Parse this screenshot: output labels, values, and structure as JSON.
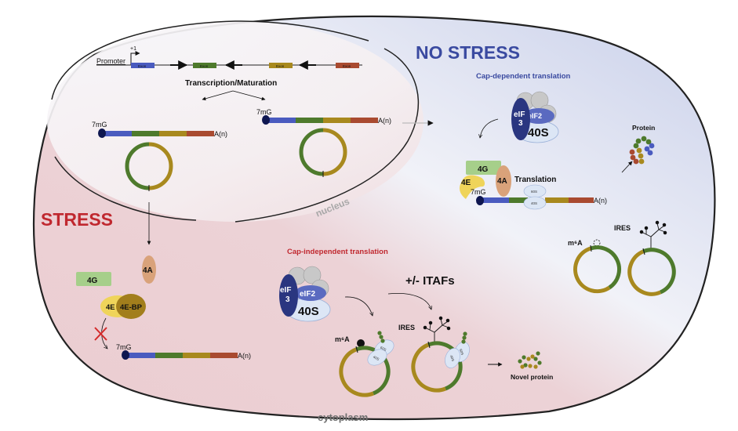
{
  "title_no_stress": "NO STRESS",
  "title_stress": "STRESS",
  "colors": {
    "stress_red": "#c0282f",
    "no_stress_blue": "#3a4aa0",
    "exon_blue": "#4a5bbf",
    "exon_green": "#4e7a2c",
    "exon_yellow": "#a8891e",
    "exon_red": "#a94a30",
    "cap_navy": "#0e1650",
    "eif3_navy": "#2a3680",
    "eif2_blue": "#5a6ac0",
    "ribosome_pale": "#dce6f5",
    "fourG_green": "#a6cf8a",
    "fourA_tan": "#d9a27a",
    "fourE_yellow": "#efd45a",
    "fourEBP_olive": "#a27e1c",
    "gray_subunit": "#c8c8c8"
  },
  "gene": {
    "promoter_label": "Promoter",
    "tss_label": "+1",
    "exon_label": "Exon",
    "process_label": "Transcription/Maturation"
  },
  "mrna": {
    "cap_label": "7mG",
    "tail_label": "A(n)"
  },
  "compartments": {
    "nucleus": "nucleus",
    "cytoplasm": "cytoplasm"
  },
  "no_stress": {
    "heading": "Cap-dependent translation",
    "eif3_line1": "eIF",
    "eif3_line2": "3",
    "eif2_label": "eIF2",
    "ribosome_40s": "40S",
    "fourG": "4G",
    "fourA": "4A",
    "fourE": "4E",
    "translation_label": "Translation",
    "sub60s": "60S",
    "sub40s": "40S",
    "protein_label": "Protein",
    "m6a_label": "m⁶A",
    "ires_label": "IRES"
  },
  "stress": {
    "heading": "Cap-independent translation",
    "eif3_line1": "eIF",
    "eif3_line2": "3",
    "eif2_label": "eIF2",
    "ribosome_40s": "40S",
    "itafs_label": "+/- ITAFs",
    "fourG": "4G",
    "fourA": "4A",
    "fourE": "4E",
    "fourEBP": "4E-BP",
    "m6a_label": "m⁶A",
    "ires_label": "IRES",
    "sub60s": "60S",
    "sub40s": "40S",
    "novel_protein_label": "Novel protein"
  }
}
